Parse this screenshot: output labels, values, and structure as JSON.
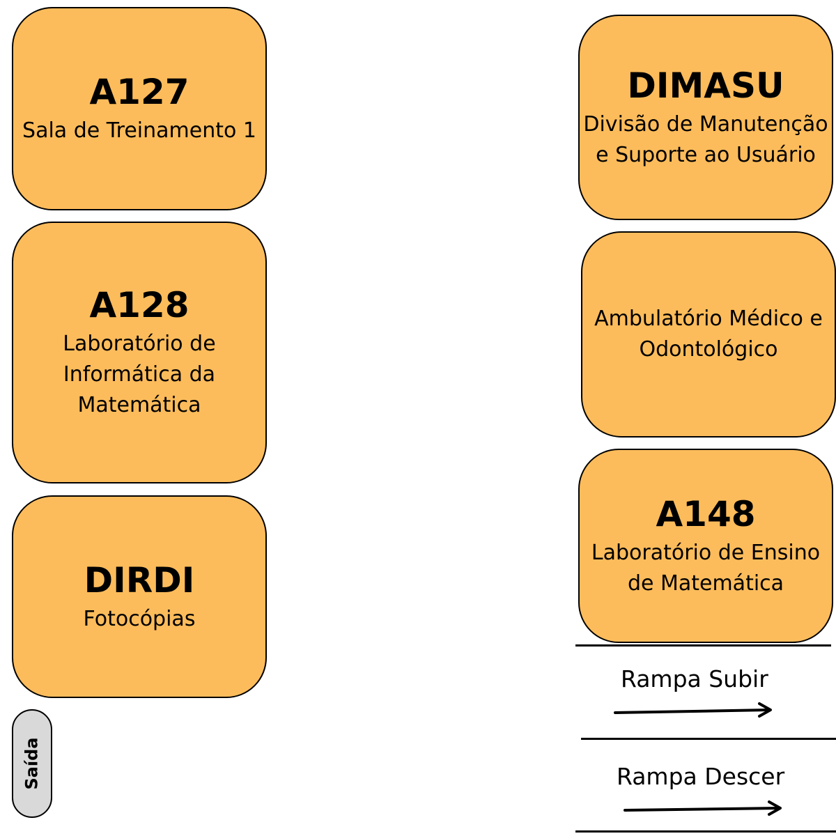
{
  "rooms": {
    "a127": {
      "code": "A127",
      "desc": "Sala de Treinamento 1"
    },
    "a128": {
      "code": "A128",
      "desc": "Laboratório de\nInformática da\nMatemática"
    },
    "dirdi": {
      "code": "DIRDI",
      "desc": "Fotocópias"
    },
    "dimasu": {
      "code": "DIMASU",
      "desc": "Divisão de Manutenção\ne Suporte ao Usuário"
    },
    "ambulatorio": {
      "desc": "Ambulatório Médico e\nOdontológico"
    },
    "a148": {
      "code": "A148",
      "desc": "Laboratório de Ensino\nde Matemática"
    }
  },
  "ramps": {
    "up": "Rampa Subir",
    "down": "Rampa Descer"
  },
  "exit": "Saída",
  "colors": {
    "room_fill": "#fdbc5b",
    "exit_fill": "#d9d9d9",
    "stroke": "#000000"
  }
}
